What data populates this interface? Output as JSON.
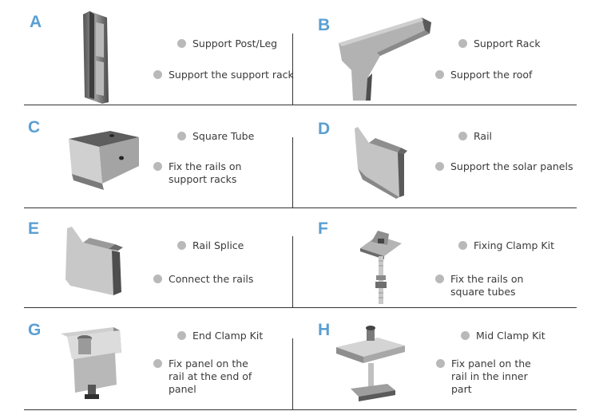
{
  "cells": [
    {
      "letter": "A",
      "lines": [
        [
          "Support Post/Leg"
        ],
        [
          "Support the support rack"
        ]
      ],
      "icon": "support-post-icon"
    },
    {
      "letter": "B",
      "lines": [
        [
          "Support Rack"
        ],
        [
          "Support the roof"
        ]
      ],
      "icon": "support-rack-icon"
    },
    {
      "letter": "C",
      "lines": [
        [
          "Square Tube"
        ],
        [
          "Fix the rails on",
          "support racks"
        ]
      ],
      "icon": "square-tube-icon"
    },
    {
      "letter": "D",
      "lines": [
        [
          "Rail"
        ],
        [
          "Support the solar panels"
        ]
      ],
      "icon": "rail-icon"
    },
    {
      "letter": "E",
      "lines": [
        [
          "Rail Splice"
        ],
        [
          "Connect the rails"
        ]
      ],
      "icon": "rail-splice-icon"
    },
    {
      "letter": "F",
      "lines": [
        [
          "Fixing Clamp Kit"
        ],
        [
          "Fix the rails on",
          "square tubes"
        ]
      ],
      "icon": "fixing-clamp-kit-icon"
    },
    {
      "letter": "G",
      "lines": [
        [
          "End Clamp Kit"
        ],
        [
          "Fix panel on the",
          "rail at the end of",
          "panel"
        ]
      ],
      "icon": "end-clamp-kit-icon"
    },
    {
      "letter": "H",
      "lines": [
        [
          "Mid Clamp Kit"
        ],
        [
          "Fix panel on the",
          "rail in the inner",
          "part"
        ]
      ],
      "icon": "mid-clamp-kit-icon"
    }
  ],
  "colors": {
    "accent": "#5a9fd2",
    "bullet": "#b9b9b9",
    "divider": "#333333"
  }
}
